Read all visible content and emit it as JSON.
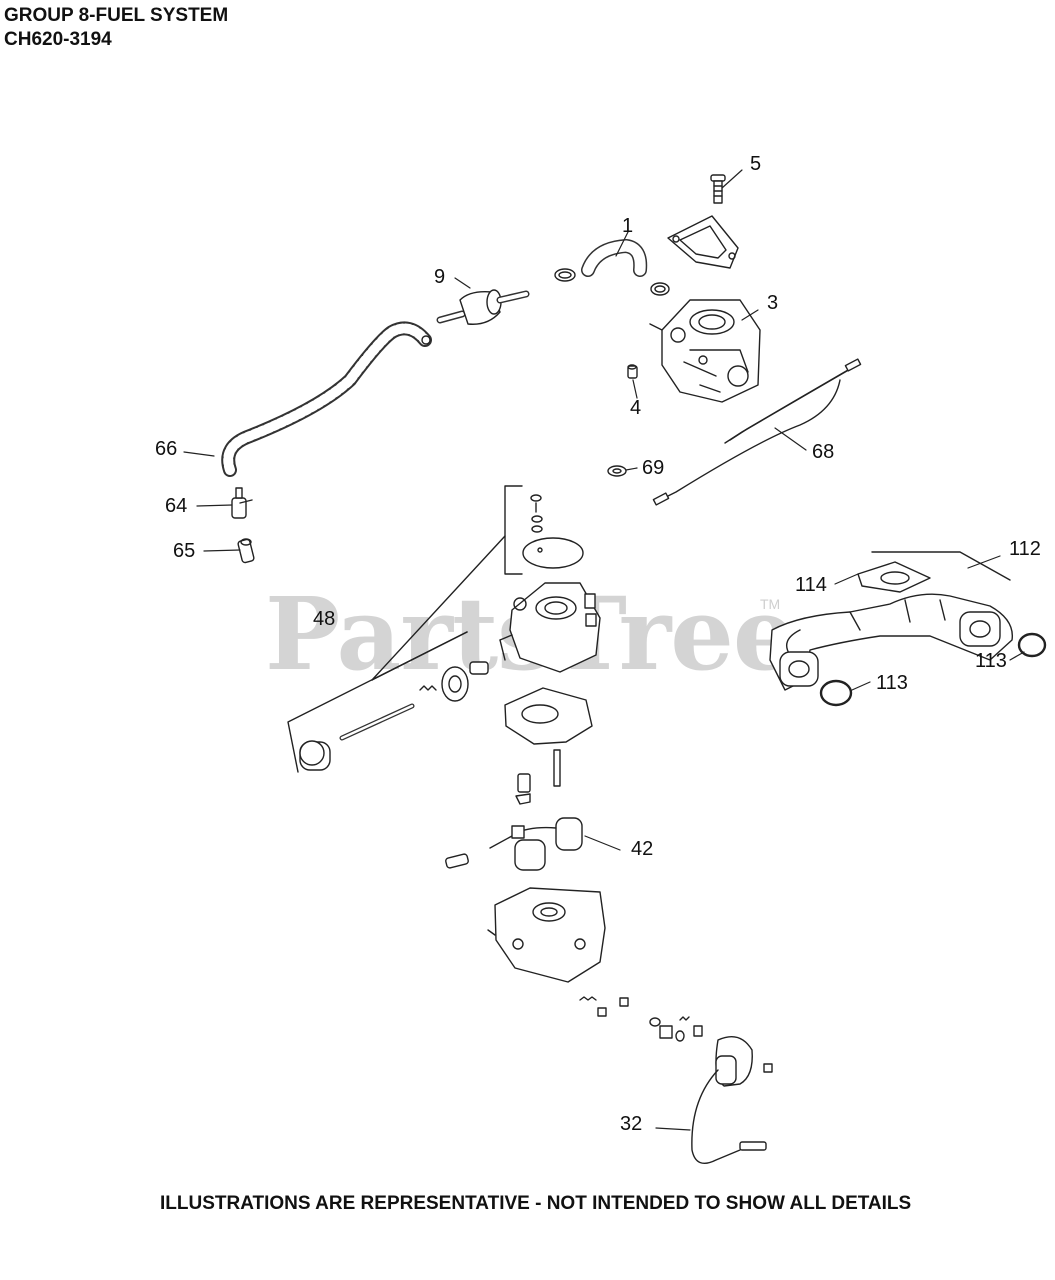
{
  "header": {
    "title_line1": "GROUP 8-FUEL SYSTEM",
    "title_line2": "CH620-3194"
  },
  "watermark": {
    "text": "PartsTree",
    "trademark": "TM"
  },
  "footer": {
    "note": "ILLUSTRATIONS ARE REPRESENTATIVE - NOT INTENDED TO SHOW ALL DETAILS"
  },
  "callouts": {
    "c1": "1",
    "c3": "3",
    "c4": "4",
    "c5": "5",
    "c9": "9",
    "c32": "32",
    "c42": "42",
    "c48": "48",
    "c64": "64",
    "c65": "65",
    "c66": "66",
    "c68": "68",
    "c69": "69",
    "c112": "112",
    "c113a": "113",
    "c113b": "113",
    "c114": "114"
  }
}
